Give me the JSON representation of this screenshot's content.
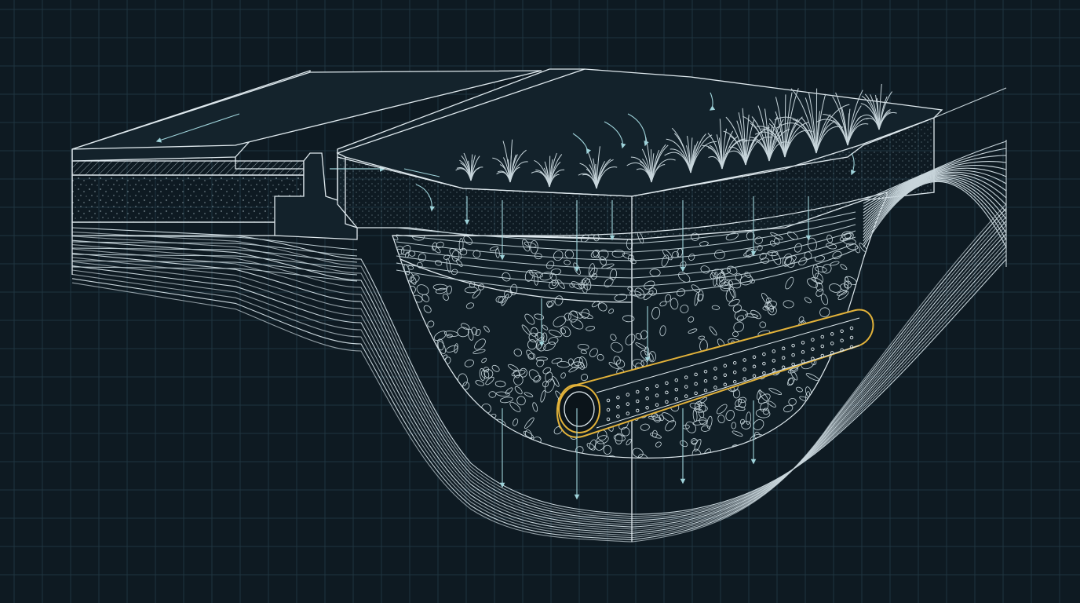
{
  "colors": {
    "background": "#0e1a22",
    "grid": "#1f3440",
    "line": "#dfe9ee",
    "line_dim": "#8fb0bd",
    "arrow": "#9fd3da",
    "pipe": "#e2b23a",
    "plant": "#c8d6dc",
    "fill_top": "#14232c"
  },
  "diagram": {
    "grid": true,
    "layers": [
      {
        "name": "pavement-surface"
      },
      {
        "name": "pavement-base"
      },
      {
        "name": "curb-inlet"
      },
      {
        "name": "vegetation"
      },
      {
        "name": "mulch-layer"
      },
      {
        "name": "soil-media"
      },
      {
        "name": "gravel-storage"
      },
      {
        "name": "perforated-underdrain"
      },
      {
        "name": "native-soil-strata"
      }
    ]
  }
}
